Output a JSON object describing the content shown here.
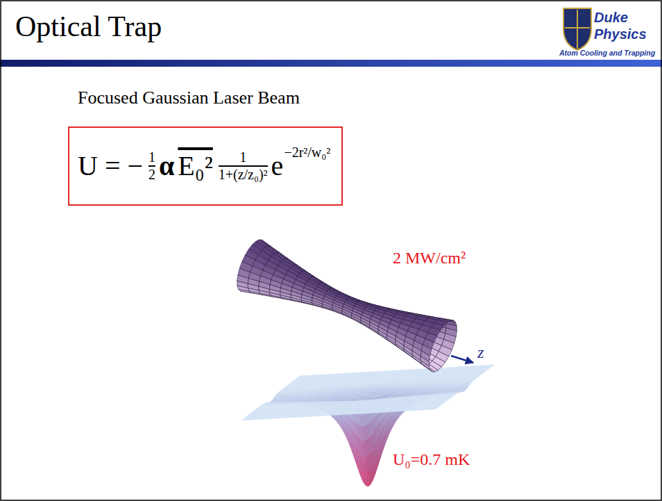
{
  "diagram": {
    "title": "Optical Trap",
    "nodes": [
      {
        "text": [
          "U = −",
          "1",
          "2",
          "α",
          "E₀²",
          "1",
          "1+(z/z₀)²",
          "e",
          "−2r²/w₀²"
        ]
      }
    ],
    "labels": [
      "Duke",
      "Physics",
      "Atom Cooling and Trapping",
      "Focused Gaussian Laser Beam",
      "2 MW/cm²",
      "z",
      "U₀=0.7 mK"
    ]
  }
}
